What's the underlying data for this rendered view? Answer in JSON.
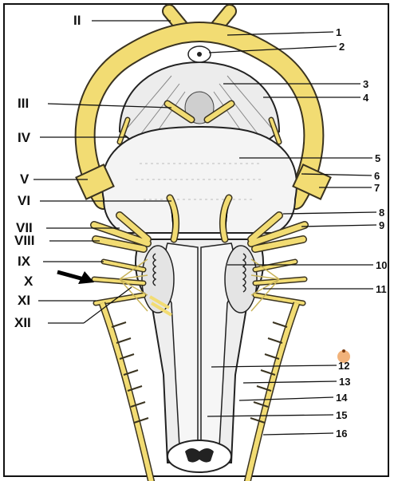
{
  "figure": {
    "roman_labels": [
      "II",
      "III",
      "IV",
      "V",
      "VI",
      "VII",
      "VIII",
      "IX",
      "X",
      "XI",
      "XII"
    ],
    "number_labels": [
      "1",
      "2",
      "3",
      "4",
      "5",
      "6",
      "7",
      "8",
      "9",
      "10",
      "11",
      "12",
      "13",
      "14",
      "15",
      "16"
    ]
  },
  "colors": {
    "nerve_yellow": "#f2dc73",
    "nerve_outline": "#3a3320",
    "tissue_fill": "#ececec",
    "outline": "#222222",
    "arrow": "#000000",
    "marker_orange": "#f1b27a"
  }
}
